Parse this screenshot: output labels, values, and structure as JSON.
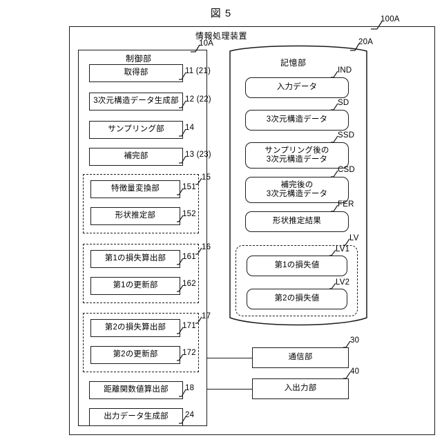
{
  "figure": {
    "title": "図 5",
    "device_label": "情報処理装置",
    "device_ref": "100A"
  },
  "control_section": {
    "label": "制御部",
    "ref": "10A",
    "units": [
      {
        "name": "acquisition",
        "label": "取得部",
        "ref": "11 (21)"
      },
      {
        "name": "3d-structure-data-generation",
        "label": "3次元構造データ生成部",
        "ref": "12 (22)"
      },
      {
        "name": "sampling",
        "label": "サンプリング部",
        "ref": "14"
      },
      {
        "name": "completion",
        "label": "補完部",
        "ref": "13 (23)"
      }
    ],
    "groups": [
      {
        "name": "estimation-group",
        "ref": "15",
        "units": [
          {
            "name": "feature-conversion",
            "label": "特徴量変換部",
            "ref": "151"
          },
          {
            "name": "shape-estimation",
            "label": "形状推定部",
            "ref": "152"
          }
        ]
      },
      {
        "name": "first-learning-group",
        "ref": "16",
        "units": [
          {
            "name": "first-loss-calculation",
            "label": "第1の損失算出部",
            "ref": "161"
          },
          {
            "name": "first-update",
            "label": "第1の更新部",
            "ref": "162"
          }
        ]
      },
      {
        "name": "second-learning-group",
        "ref": "17",
        "units": [
          {
            "name": "second-loss-calculation",
            "label": "第2の損失算出部",
            "ref": "171"
          },
          {
            "name": "second-update",
            "label": "第2の更新部",
            "ref": "172"
          }
        ]
      }
    ],
    "tail_units": [
      {
        "name": "distance-function-value-calculation",
        "label": "距離関数値算出部",
        "ref": "18"
      },
      {
        "name": "output-data-generation",
        "label": "出力データ生成部",
        "ref": "24"
      }
    ]
  },
  "storage_section": {
    "label": "記憶部",
    "ref": "20A",
    "units": [
      {
        "name": "input-data",
        "label": "入力データ",
        "ref": "IND"
      },
      {
        "name": "3d-structure-data",
        "label": "3次元構造データ",
        "ref": "SD"
      },
      {
        "name": "sampled-3d-structure-data",
        "label": "サンプリング後の\n3次元構造データ",
        "ref": "SSD"
      },
      {
        "name": "completed-3d-structure-data",
        "label": "補完後の\n3次元構造データ",
        "ref": "CSD"
      },
      {
        "name": "shape-estimation-result",
        "label": "形状推定結果",
        "ref": "FER"
      }
    ],
    "group": {
      "name": "loss-value-group",
      "ref": "LV",
      "units": [
        {
          "name": "first-loss-value",
          "label": "第1の損失値",
          "ref": "LV1"
        },
        {
          "name": "second-loss-value",
          "label": "第2の損失値",
          "ref": "LV2"
        }
      ]
    }
  },
  "peripherals": [
    {
      "name": "communication",
      "label": "通信部",
      "ref": "30"
    },
    {
      "name": "input-output",
      "label": "入出力部",
      "ref": "40"
    }
  ]
}
